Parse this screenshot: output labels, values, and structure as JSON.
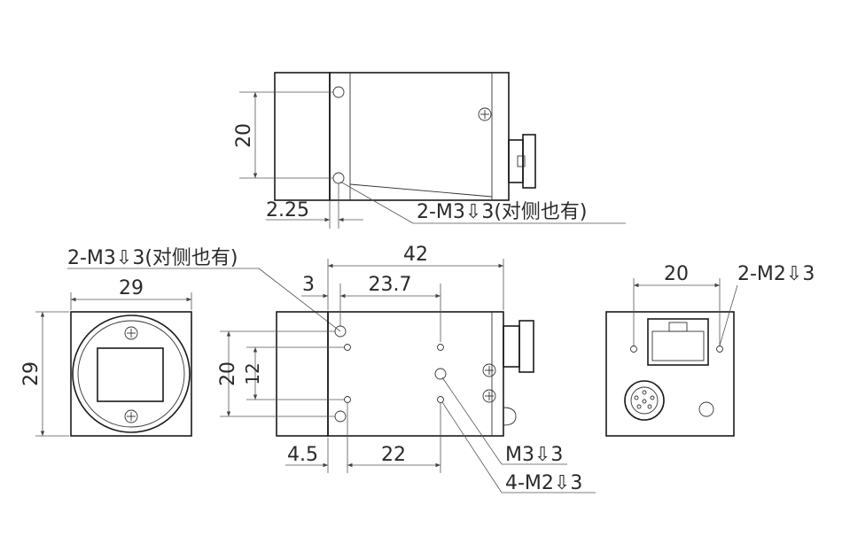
{
  "dimensions": {
    "top_height": "20",
    "top_offset": "2.25",
    "top_callout": "2-M3⇩3(对侧也有)",
    "left_callout": "2-M3⇩3(对侧也有)",
    "front_width": "29",
    "front_height": "29",
    "side_total": "42",
    "side_offset_3": "3",
    "side_23_7": "23.7",
    "side_height_20": "20",
    "side_height_12": "12",
    "side_bottom_4_5": "4.5",
    "side_bottom_22": "22",
    "callout_m3": "M3⇩3",
    "callout_m2": "4-M2⇩3",
    "back_width": "20",
    "back_callout": "2-M2⇩3"
  }
}
